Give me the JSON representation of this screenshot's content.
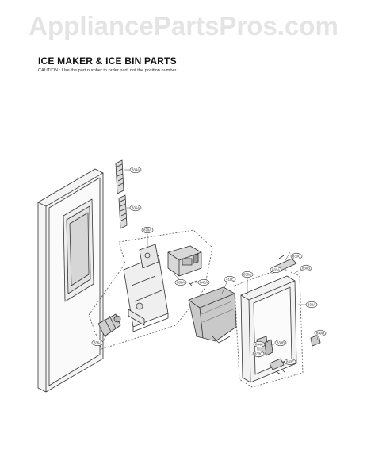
{
  "watermark": "AppliancePartsPros.com",
  "header": {
    "title": "ICE MAKER & ICE BIN PARTS",
    "caution": "CAUTION : Use the part number to order part, not the position number."
  },
  "callouts": [
    {
      "id": "c1",
      "label": "834A"
    },
    {
      "id": "c2",
      "label": "835A"
    },
    {
      "id": "c3",
      "label": "870A"
    },
    {
      "id": "c4",
      "label": "836A"
    },
    {
      "id": "c5",
      "label": "843A"
    },
    {
      "id": "c6",
      "label": "411E"
    },
    {
      "id": "c7",
      "label": "830A"
    },
    {
      "id": "c8",
      "label": "833A"
    },
    {
      "id": "c9",
      "label": "830C"
    },
    {
      "id": "c10",
      "label": "830B"
    },
    {
      "id": "c11",
      "label": "832A"
    },
    {
      "id": "c12",
      "label": "834C"
    },
    {
      "id": "c13",
      "label": "833B"
    },
    {
      "id": "c14",
      "label": "833C"
    },
    {
      "id": "c15",
      "label": "830D"
    },
    {
      "id": "c16",
      "label": "833E"
    },
    {
      "id": "c17",
      "label": "836A"
    }
  ]
}
